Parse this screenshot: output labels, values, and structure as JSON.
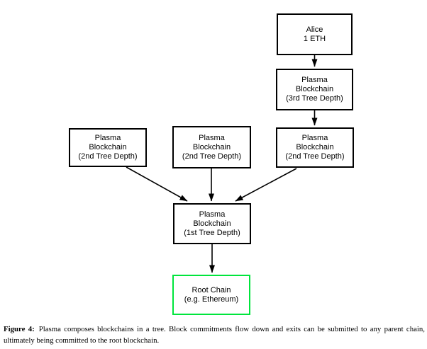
{
  "nodes": {
    "alice": {
      "lines": [
        "Alice",
        "1 ETH"
      ]
    },
    "plasma_3rd": {
      "lines": [
        "Plasma",
        "Blockchain",
        "(3rd Tree Depth)"
      ]
    },
    "plasma_2nd_left": {
      "lines": [
        "Plasma",
        "Blockchain",
        "(2nd Tree Depth)"
      ]
    },
    "plasma_2nd_mid": {
      "lines": [
        "Plasma",
        "Blockchain",
        "(2nd Tree Depth)"
      ]
    },
    "plasma_2nd_right": {
      "lines": [
        "Plasma",
        "Blockchain",
        "(2nd Tree Depth)"
      ]
    },
    "plasma_1st": {
      "lines": [
        "Plasma",
        "Blockchain",
        "(1st Tree Depth)"
      ]
    },
    "root_chain": {
      "lines": [
        "Root Chain",
        "(e.g. Ethereum)"
      ]
    }
  },
  "edges": [
    {
      "from": "alice",
      "to": "plasma_3rd"
    },
    {
      "from": "plasma_3rd",
      "to": "plasma_2nd_right"
    },
    {
      "from": "plasma_2nd_left",
      "to": "plasma_1st"
    },
    {
      "from": "plasma_2nd_mid",
      "to": "plasma_1st"
    },
    {
      "from": "plasma_2nd_right",
      "to": "plasma_1st"
    },
    {
      "from": "plasma_1st",
      "to": "root_chain"
    }
  ],
  "caption": {
    "label": "Figure 4:",
    "text": "Plasma composes blockchains in a tree. Block commitments flow down and exits can be submitted to any parent chain, ultimately being committed to the root blockchain."
  },
  "colors": {
    "box_border": "#000000",
    "root_chain_border": "#00e53c",
    "arrow": "#000000",
    "background": "#ffffff"
  }
}
